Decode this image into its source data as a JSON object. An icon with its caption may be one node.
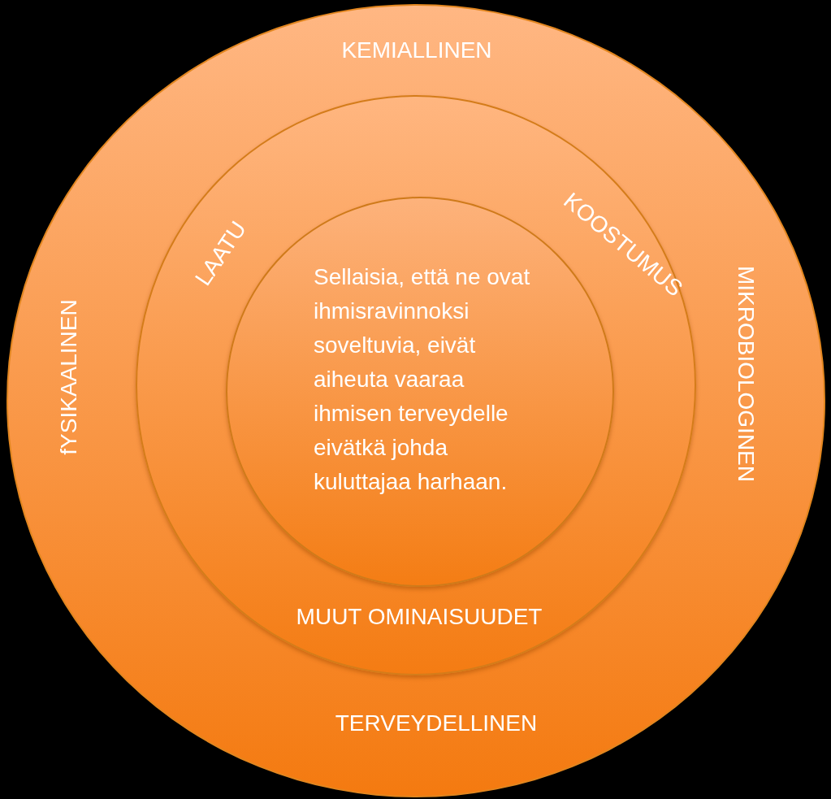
{
  "diagram": {
    "nodes": [
      {
        "text": [
          "KEMIALLINEN",
          "fYSIKAALINEN",
          "MIKROBIOLOGINEN",
          "TERVEYDELLINEN"
        ]
      },
      {
        "text": [
          "LAATU",
          "KOOSTUMUS",
          "MUUT OMINAISUUDET"
        ],
        "in": 0
      },
      {
        "text": [
          "Sellaisia, että ne ovat ihmisravinnoksi soveltuvia, eivät aiheuta vaaraa ihmisen terveydelle eivätkä johda kuluttajaa harhaan."
        ],
        "in": 1
      }
    ]
  }
}
